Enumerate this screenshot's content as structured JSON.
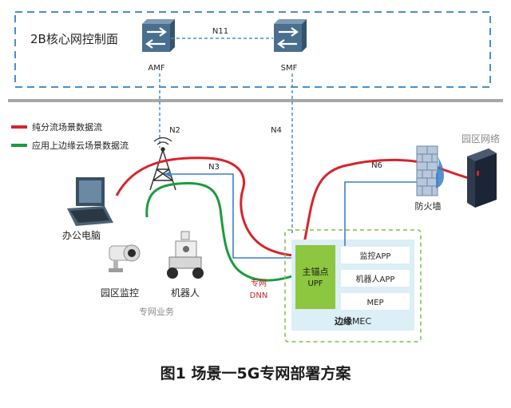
{
  "core": {
    "title": "2B核心网控制面",
    "amf": "AMF",
    "smf": "SMF"
  },
  "interfaces": {
    "n11": "N11",
    "n2": "N2",
    "n3": "N3",
    "n4": "N4",
    "n6": "N6"
  },
  "legend": [
    {
      "text": "纯分流场景数据流",
      "color": "#d8232a"
    },
    {
      "text": "应用上边缘云场景数据流",
      "color": "#1a9c3c"
    }
  ],
  "devices": {
    "laptop": "办公电脑",
    "camera": "园区监控",
    "robot": "机器人",
    "firewall": "防火墙",
    "campus_network": "园区网络"
  },
  "private_business": "专网业务",
  "dnn": {
    "line1": "专网",
    "line2": "DNN"
  },
  "mec": {
    "upf_line1": "主锚点",
    "upf_line2": "UPF",
    "apps": [
      "监控APP",
      "机器人APP",
      "MEP"
    ],
    "footer_bold": "边缘",
    "footer_rest": "MEC"
  },
  "caption": "图1 场景一5G专网部署方案",
  "colors": {
    "accent_blue": "#2f86c8",
    "red_flow": "#d8232a",
    "green_flow": "#1a9c3c",
    "mec_fill": "#dceef6",
    "upf_fill": "#8dc63f"
  }
}
